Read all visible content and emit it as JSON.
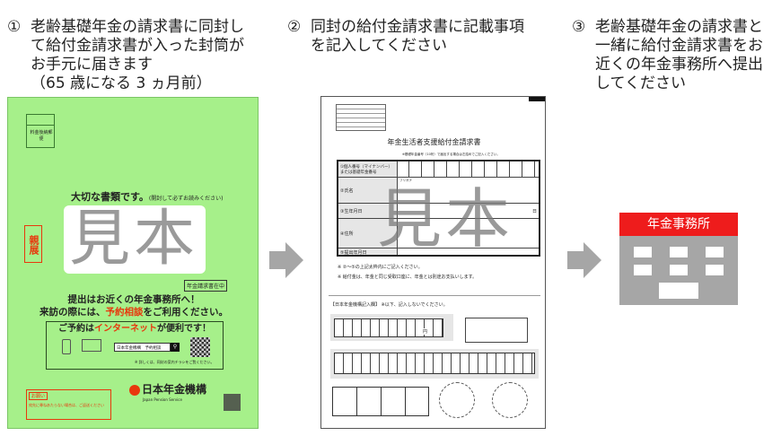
{
  "steps": [
    {
      "num": "①",
      "lines": [
        "老齢基礎年金の請求書に同封し",
        "て給付金請求書が入った封筒が",
        "お手元に届きます",
        "（65 歳になる 3 ヵ月前）"
      ]
    },
    {
      "num": "②",
      "lines": [
        "同封の給付金請求書に記載事項",
        "を記入してください"
      ]
    },
    {
      "num": "③",
      "lines": [
        "老齢基礎年金の請求書と",
        "一緒に給付金請求書をお",
        "近くの年金事務所へ提出",
        "してください"
      ]
    }
  ],
  "envelope": {
    "postage": "料金後納郵便",
    "important": "大切な書類です。",
    "important_note": "(開封して必ずお読みください)",
    "mihon": "見本",
    "shinten": "親展",
    "enclosed": "年金請求書在中",
    "submit": "提出はお近くの年金事務所へ！",
    "visit_prefix": "来訪の際には、",
    "visit_highlight": "予約相談",
    "visit_suffix": "をご利用ください。",
    "reserve_prefix": "ご予約は",
    "reserve_highlight": "インターネット",
    "reserve_suffix": "が便利です！",
    "search_text": "日本年金機構　予約相談",
    "details_note": "※ 詳しくは、同封の案内チラシをご覧ください。",
    "notice_label": "お願い",
    "notice_text": "宛先に尋ねあたらない場合は、ご返送ください",
    "org_name": "日本年金機構",
    "org_sub": "Japan Pension Service"
  },
  "form": {
    "title": "年金生活者支援給付金請求書",
    "note_top": "※基礎年金番号（10桁）で届出する場合は左詰めでご記入ください。",
    "mihon": "見本",
    "rows": [
      "①個人番号（マイナンバー）または基礎年金番号",
      "②氏名",
      "③生年月日",
      "④住所",
      "⑤提出年月日"
    ],
    "furigana": "フリガナ",
    "day": "日",
    "notes": [
      "※ ②～⑤の上記太枠内にご記入ください。",
      "※ 給付金は、年金と同じ受取口座に、年金とは別途お支払いします。"
    ],
    "office_section": "【日本年金機構記入欄】",
    "office_note": "※以下、記入しないでください。",
    "yen": "円"
  },
  "office": {
    "label": "年金事務所"
  },
  "colors": {
    "envelope": "#a6f08a",
    "accent_red": "#e8380d",
    "office_red": "#ee1c1c",
    "office_gray": "#a6a6a6",
    "arrow": "#a6a6a6"
  }
}
